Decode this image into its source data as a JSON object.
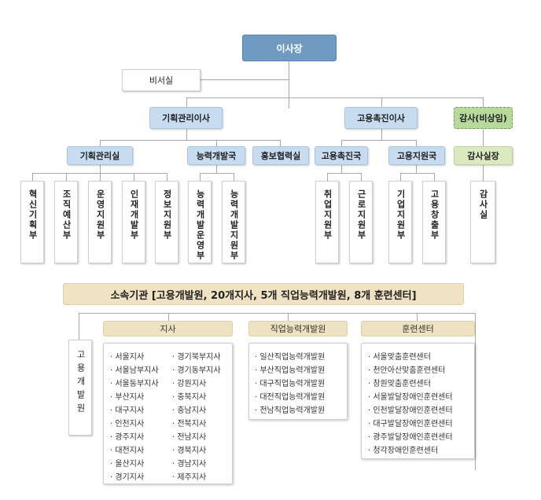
{
  "chairman": "이사장",
  "secretary": "비서실",
  "directors": {
    "planning": "기획관리이사",
    "employment": "고용촉진이사",
    "audit": "감사(비상임)"
  },
  "divisions": {
    "planning_office": "기획관리실",
    "ability_bureau": "능력개발국",
    "pr_office": "홍보협력실",
    "employment_bureau": "고용촉진국",
    "support_bureau": "고용지원국",
    "audit_office": "감사실장"
  },
  "departments": [
    "혁신기획부",
    "조직예산부",
    "운영지원부",
    "인재개발부",
    "정보지원부",
    "능력개발운영부",
    "능력개발지원부",
    "취업지원부",
    "근로지원부",
    "기업지원부",
    "고용창출부",
    "감사실"
  ],
  "affiliated_title": "소속기관 [고용개발원, 20개지사, 5개 직업능력개발원, 8개 훈련센터]",
  "dev_institute": "고용개발원",
  "branches": {
    "title": "지사",
    "left": [
      "서울지사",
      "서울남부지사",
      "서울동부지사",
      "부산지사",
      "대구지사",
      "인천지사",
      "광주지사",
      "대전지사",
      "울산지사",
      "경기지사"
    ],
    "right": [
      "경기북부지사",
      "경기동부지사",
      "강원지사",
      "충북지사",
      "충남지사",
      "전북지사",
      "전남지사",
      "경북지사",
      "경남지사",
      "제주지사"
    ]
  },
  "vocational": {
    "title": "직업능력개발원",
    "items": [
      "일산직업능력개발원",
      "부산직업능력개발원",
      "대구직업능력개발원",
      "대전직업능력개발원",
      "전남직업능력개발원"
    ]
  },
  "training": {
    "title": "훈련센터",
    "items": [
      "서울맞춤훈련센터",
      "천안아산맞춤훈련센터",
      "창원맞춤훈련센터",
      "서울발달장애인훈련센터",
      "인천발달장애인훈련센터",
      "대구발달장애인훈련센터",
      "광주발달장애인훈련센터",
      "청각장애인훈련센터"
    ]
  }
}
